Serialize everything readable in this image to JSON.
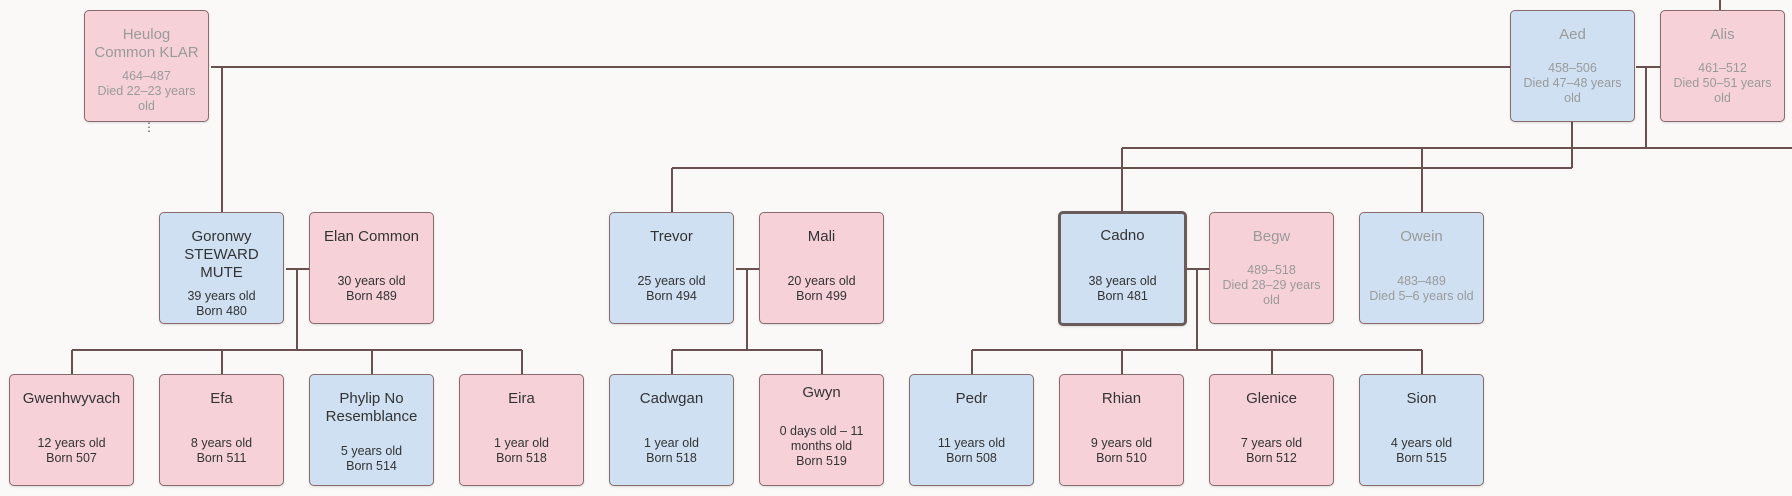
{
  "colors": {
    "male": "#cfe0f3",
    "female": "#f6d2d8",
    "line": "#6b5050",
    "background": "#faf9f7"
  },
  "people": {
    "heulog": {
      "name": "Heulog Common KLAR",
      "l1": "464–487",
      "l2": "Died 22–23 years old"
    },
    "aed": {
      "name": "Aed",
      "l1": "458–506",
      "l2": "Died 47–48 years old"
    },
    "alis": {
      "name": "Alis",
      "l1": "461–512",
      "l2": "Died 50–51 years old"
    },
    "goronwy": {
      "name": "Goronwy STEWARD MUTE",
      "l1": "39 years old",
      "l2": "Born 480"
    },
    "elan": {
      "name": "Elan Common",
      "l1": "30 years old",
      "l2": "Born 489"
    },
    "trevor": {
      "name": "Trevor",
      "l1": "25 years old",
      "l2": "Born 494"
    },
    "mali": {
      "name": "Mali",
      "l1": "20 years old",
      "l2": "Born 499"
    },
    "cadno": {
      "name": "Cadno",
      "l1": "38 years old",
      "l2": "Born 481"
    },
    "begw": {
      "name": "Begw",
      "l1": "489–518",
      "l2": "Died 28–29 years old"
    },
    "owein": {
      "name": "Owein",
      "l1": "483–489",
      "l2": "Died 5–6 years old"
    },
    "gwenhwyvach": {
      "name": "Gwenhwyvach",
      "l1": "12 years old",
      "l2": "Born 507"
    },
    "efa": {
      "name": "Efa",
      "l1": "8 years old",
      "l2": "Born 511"
    },
    "phylip": {
      "name": "Phylip No Resemblance",
      "l1": "5 years old",
      "l2": "Born 514"
    },
    "eira": {
      "name": "Eira",
      "l1": "1 year old",
      "l2": "Born 518"
    },
    "cadwgan": {
      "name": "Cadwgan",
      "l1": "1 year old",
      "l2": "Born 518"
    },
    "gwyn": {
      "name": "Gwyn",
      "l1": "0 days old – 11 months old",
      "l2": "Born 519"
    },
    "pedr": {
      "name": "Pedr",
      "l1": "11 years old",
      "l2": "Born 508"
    },
    "rhian": {
      "name": "Rhian",
      "l1": "9 years old",
      "l2": "Born 510"
    },
    "glenice": {
      "name": "Glenice",
      "l1": "7 years old",
      "l2": "Born 512"
    },
    "sion": {
      "name": "Sion",
      "l1": "4 years old",
      "l2": "Born 515"
    }
  },
  "more_indicator": "⋮"
}
